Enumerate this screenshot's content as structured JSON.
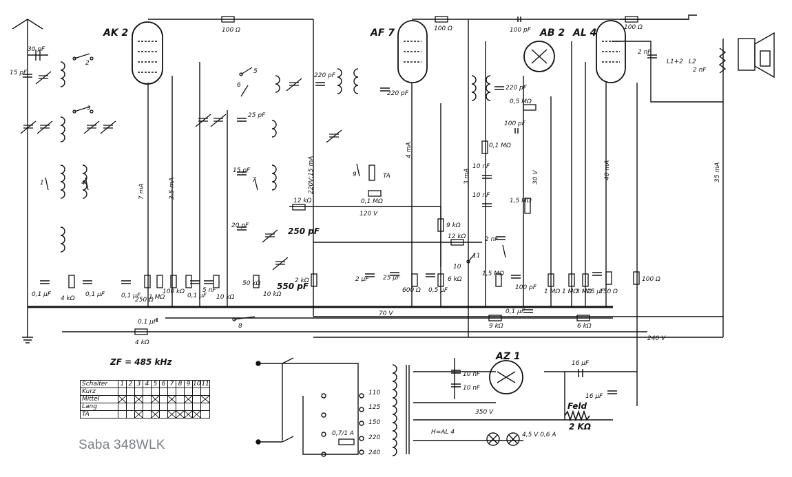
{
  "caption": "Saba 348WLK",
  "if_note": "ZF = 485 kHz",
  "tubes": {
    "ak2": "AK 2",
    "af7": "AF 7",
    "ab2": "AB 2",
    "al4": "AL 4",
    "az1": "AZ 1"
  },
  "rails": {
    "v70": "70 V",
    "v120": "120 V",
    "v240": "240 V",
    "v350": "350 V",
    "v220": "220V;15 mA"
  },
  "currents": {
    "ak2_anode": "7 mA",
    "ak2_screen": "3,5 mA",
    "af7": "4 mA",
    "ab2": "3 mA",
    "ab2_bias": "30 V",
    "al4": "40 mA",
    "total": "35 mA"
  },
  "components": {
    "r_100_1": "100 Ω",
    "r_100_2": "100 Ω",
    "c_100pf_top": "100 pF",
    "r_100_al4": "100 Ω",
    "c_30pf": "30 pF",
    "c_15pf": "15 pF",
    "c_220pf_a": "220 pF",
    "c_220pf_b": "220 pF",
    "c_220pf_c": "220 pF",
    "r_05m": "0,5 MΩ",
    "c_100pf_mid": "100 pF",
    "r_01m_a": "0,1 MΩ",
    "c_10nf_a": "10 nF",
    "c_10nf_b": "10 nF",
    "pot_15m_a": "1,5 MΩ",
    "c_2nf_al4": "2 nF",
    "c_25pf": "25 pF",
    "c_15pf_b": "15 pF",
    "c_20pf": "20 pF",
    "c_250pf": "250 pF",
    "c_550pf": "550 pF",
    "r_12k_a": "12 kΩ",
    "r_12k_b": "12 kΩ",
    "r_9k_a": "9 kΩ",
    "r_01m_b": "0,1 MΩ",
    "ta": "TA",
    "r_2k": "2 kΩ",
    "c_2uf": "2 µF",
    "c_25uf_a": "25 µF",
    "r_600": "600 Ω",
    "c_05uf": "0,5 µF",
    "r_6k_a": "6 kΩ",
    "c_2nf": "2 nF",
    "pot_15m_b": "1,5 MΩ",
    "c_100pf_b": "100 pF",
    "r_1m_a": "1 MΩ",
    "r_1m_b": "1 MΩ",
    "r_3m": "3 MΩ",
    "c_25uf_b": "25 µF",
    "r_150": "150 Ω",
    "r_100_al4b": "100 Ω",
    "c_01uf_a": "0,1 µF",
    "r_4k_a": "4 kΩ",
    "c_01uf_b": "0,1 µF",
    "c_01uf_c": "0,1 µF",
    "c_250": "250 Ω",
    "r_1m_c": "1 MΩ",
    "r_100k": "100 kΩ",
    "c_01uf_d": "0,1 µF",
    "c_5nf": "5 nF",
    "r_10k": "10 kΩ",
    "r_50k": "50 kΩ",
    "r_10k_b": "10 kΩ",
    "c_01uf_e": "0,1 µF",
    "c_01uf_f": "0,1 µF",
    "r_9k_b": "9 kΩ",
    "r_6k_b": "6 kΩ",
    "r_4k_b": "4 kΩ",
    "c_16uf_a": "16 µF",
    "c_16uf_b": "16 µF",
    "field": "Feld",
    "field_r": "2 KΩ",
    "c_10nf_c": "10 nF",
    "c_10nf_d": "10 nF",
    "fuse": "0,7/1 A",
    "hal4": "H=AL 4",
    "lamp": "4,5 V 0,6 A",
    "l12": "L1+2",
    "l2": "L2",
    "c_2nf_spk": "2 nF"
  },
  "taps": [
    "110",
    "125",
    "150",
    "220",
    "240"
  ],
  "switch_numbers": [
    "1",
    "2",
    "3",
    "4",
    "5",
    "6",
    "7",
    "8",
    "9",
    "10",
    "11"
  ],
  "switch_table": {
    "header": "Schalter",
    "columns": [
      "1",
      "2",
      "3",
      "4",
      "5",
      "6",
      "7",
      "8",
      "9",
      "10",
      "11"
    ],
    "rows": [
      {
        "label": "Kurz",
        "marks": [
          0,
          0,
          0,
          0,
          0,
          0,
          0,
          0,
          0,
          0,
          0
        ]
      },
      {
        "label": "Mittel",
        "marks": [
          1,
          0,
          1,
          0,
          1,
          0,
          1,
          0,
          1,
          0,
          1
        ]
      },
      {
        "label": "Lang",
        "marks": [
          0,
          0,
          0,
          0,
          0,
          0,
          0,
          0,
          0,
          0,
          0
        ]
      },
      {
        "label": "TA",
        "marks": [
          0,
          0,
          1,
          0,
          1,
          0,
          1,
          1,
          1,
          1,
          0
        ]
      }
    ]
  }
}
